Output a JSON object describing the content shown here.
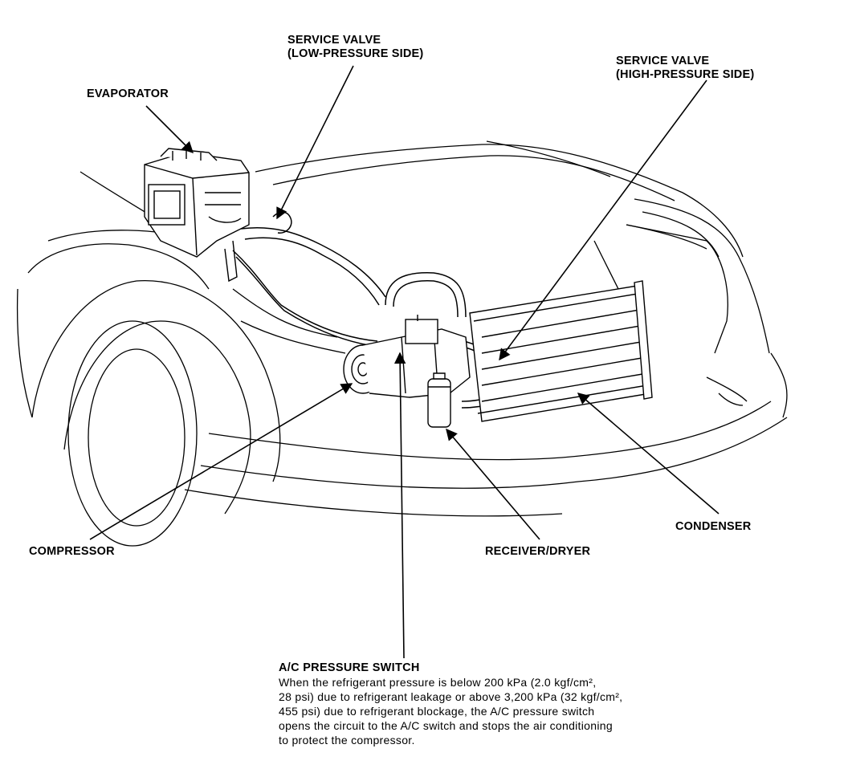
{
  "labels": {
    "service_valve_low": [
      "SERVICE VALVE",
      "(LOW-PRESSURE SIDE)"
    ],
    "service_valve_high": [
      "SERVICE VALVE",
      "(HIGH-PRESSURE SIDE)"
    ],
    "evaporator": "EVAPORATOR",
    "compressor": "COMPRESSOR",
    "receiver_dryer": "RECEIVER/DRYER",
    "condenser": "CONDENSER"
  },
  "note": {
    "title": "A/C PRESSURE SWITCH",
    "lines": [
      "When the refrigerant pressure is below 200 kPa (2.0 kgf/cm²,",
      "28 psi) due to refrigerant leakage or above 3,200 kPa (32 kgf/cm²,",
      "455 psi) due to refrigerant blockage, the A/C pressure switch",
      "opens the circuit to the A/C switch and stops the air conditioning",
      "to protect the compressor."
    ]
  },
  "colors": {
    "line": "#000000",
    "background": "#ffffff"
  }
}
